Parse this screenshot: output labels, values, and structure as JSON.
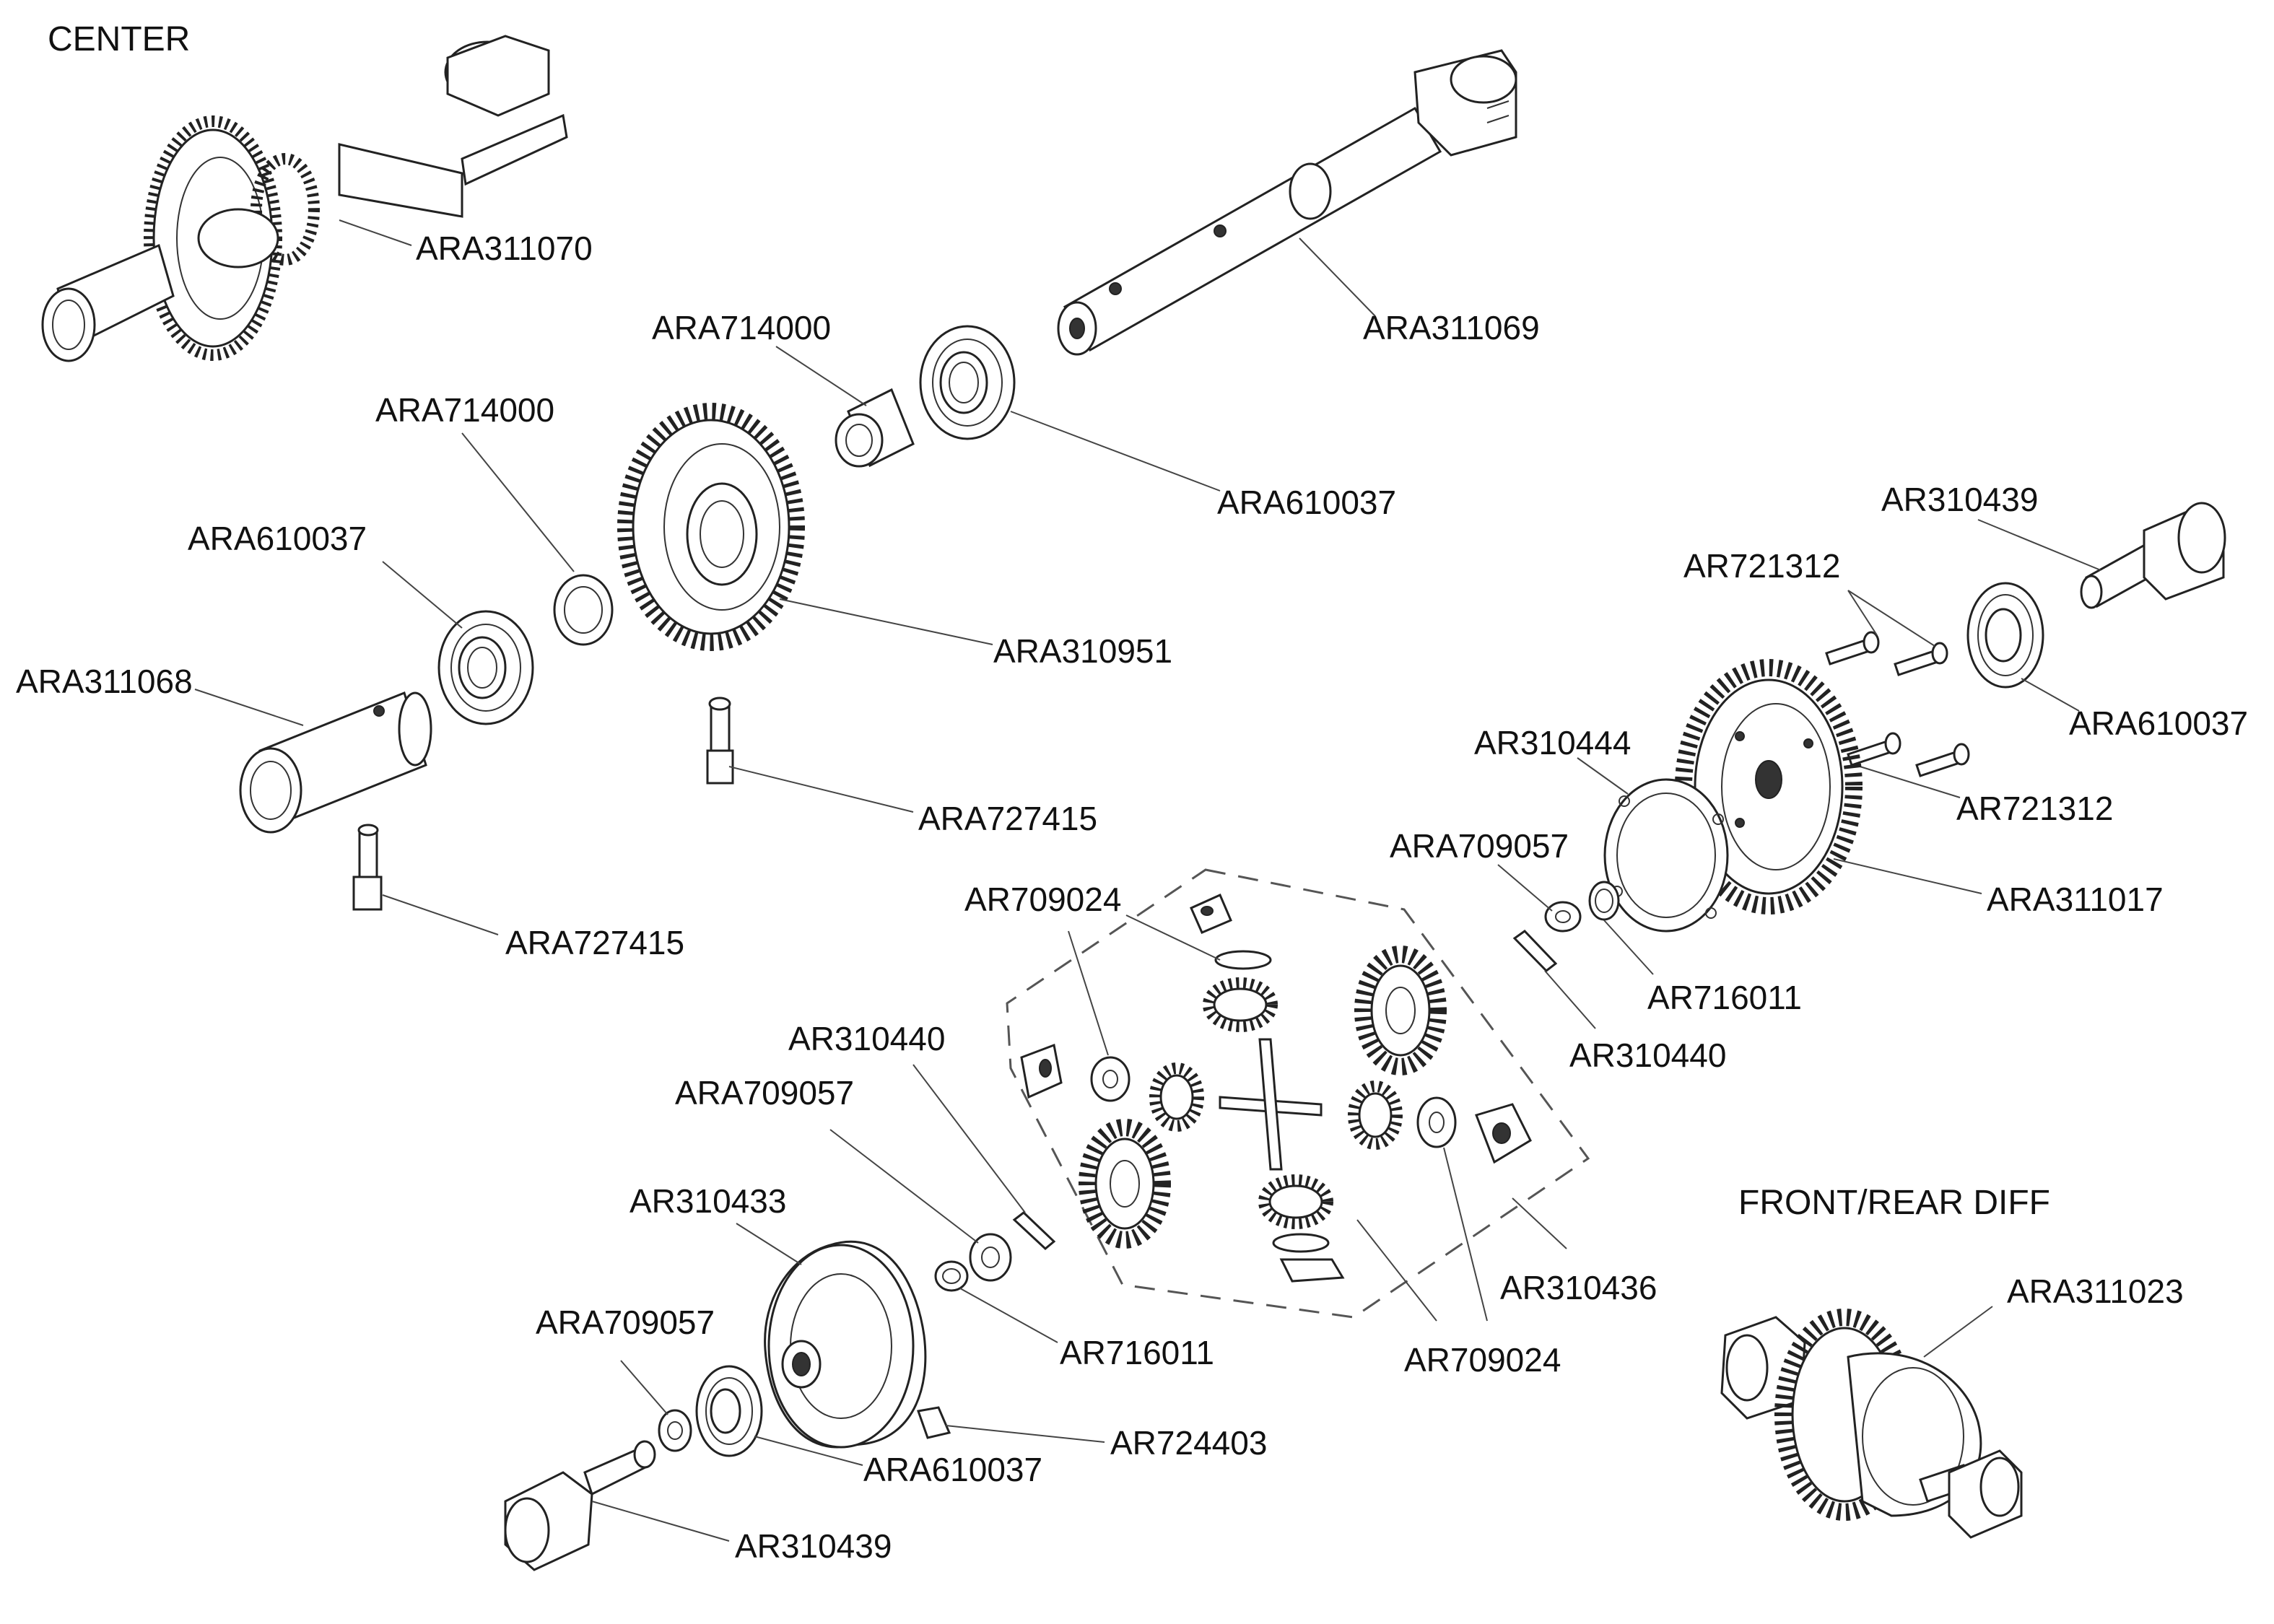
{
  "titles": {
    "center": "CENTER",
    "front_rear": "FRONT/REAR DIFF"
  },
  "labels": {
    "ara311070": "ARA311070",
    "ara311069": "ARA311069",
    "ara714000_a": "ARA714000",
    "ara714000_b": "ARA714000",
    "ara610037_a": "ARA610037",
    "ara610037_b": "ARA610037",
    "ara610037_c": "ARA610037",
    "ara610037_d": "ARA610037",
    "ara310951": "ARA310951",
    "ara311068": "ARA311068",
    "ara727415_a": "ARA727415",
    "ara727415_b": "ARA727415",
    "ar310439_a": "AR310439",
    "ar310439_b": "AR310439",
    "ar721312_a": "AR721312",
    "ar721312_b": "AR721312",
    "ar310444": "AR310444",
    "ara709057_a": "ARA709057",
    "ara709057_b": "ARA709057",
    "ara709057_c": "ARA709057",
    "ara311017": "ARA311017",
    "ar709024_a": "AR709024",
    "ar709024_b": "AR709024",
    "ar716011_a": "AR716011",
    "ar716011_b": "AR716011",
    "ar310440_a": "AR310440",
    "ar310440_b": "AR310440",
    "ar310433": "AR310433",
    "ar310436": "AR310436",
    "ar724403": "AR724403",
    "ara311023": "ARA311023"
  }
}
